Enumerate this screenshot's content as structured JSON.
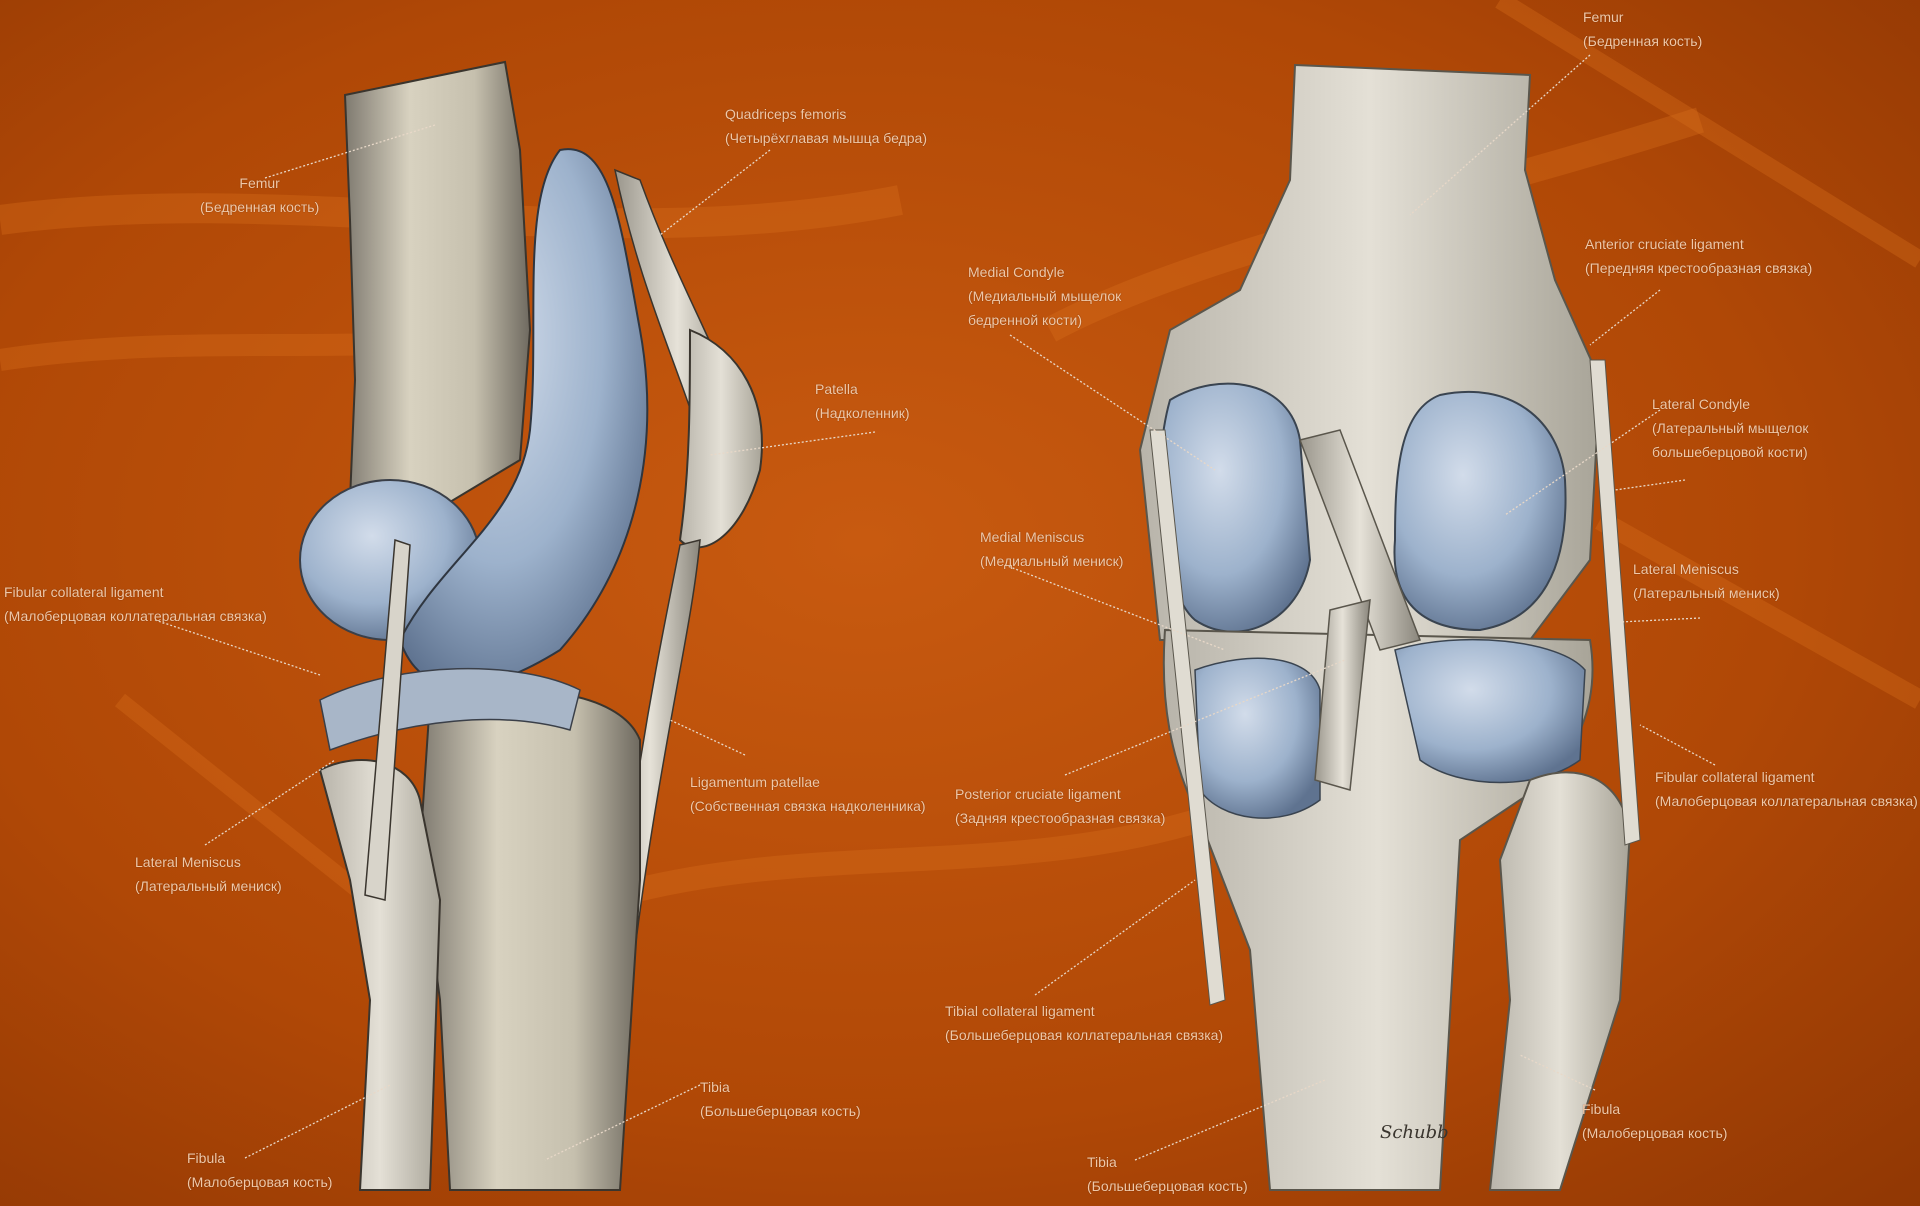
{
  "colors": {
    "background": "#b34a08",
    "bone": "#d9d4c4",
    "cartilage": "#9fb4cf",
    "label_text": "#f0c8a8",
    "leader": "#e8d8c8"
  },
  "lateral_view": {
    "femur": {
      "en": "Femur",
      "ru": "(Бедренная кость)"
    },
    "quadriceps": {
      "en": "Quadriceps femoris",
      "ru": "(Четырёхглавая мышца бедра)"
    },
    "patella": {
      "en": "Patella",
      "ru": "(Надколенник)"
    },
    "fibular_collateral": {
      "en": "Fibular collateral ligament",
      "ru": "(Малоберцовая коллатеральная связка)"
    },
    "ligamentum_patellae": {
      "en": "Ligamentum patellae",
      "ru": "(Собственная связка надколенника)"
    },
    "lateral_meniscus": {
      "en": "Lateral Meniscus",
      "ru": "(Латеральный мениск)"
    },
    "tibia": {
      "en": "Tibia",
      "ru": "(Большеберцовая кость)"
    },
    "fibula": {
      "en": "Fibula",
      "ru": "(Малоберцовая кость)"
    }
  },
  "anterior_view": {
    "femur": {
      "en": "Femur",
      "ru": "(Бедренная кость)"
    },
    "medial_condyle": {
      "en": "Medial Condyle",
      "ru1": "(Медиальный мыщелок",
      "ru2": "бедренной кости)"
    },
    "anterior_cruciate": {
      "en": "Anterior cruciate ligament",
      "ru": "(Передняя крестообразная связка)"
    },
    "lateral_condyle": {
      "en": "Lateral Condyle",
      "ru1": "(Латеральный мыщелок",
      "ru2": "большеберцовой кости)"
    },
    "medial_meniscus": {
      "en": "Medial Meniscus",
      "ru": "(Медиальный мениск)"
    },
    "lateral_meniscus": {
      "en": "Lateral Meniscus",
      "ru": "(Латеральный мениск)"
    },
    "posterior_cruciate": {
      "en": "Posterior cruciate ligament",
      "ru": "(Задняя крестообразная связка)"
    },
    "fibular_collateral": {
      "en": "Fibular collateral ligament",
      "ru": "(Малоберцовая коллатеральная связка)"
    },
    "tibial_collateral": {
      "en": "Tibial collateral ligament",
      "ru": "(Большеберцовая коллатеральная связка)"
    },
    "tibia": {
      "en": "Tibia",
      "ru": "(Большеберцовая кость)"
    },
    "fibula": {
      "en": "Fibula",
      "ru": "(Малоберцовая кость)"
    },
    "signature": "Schubb"
  }
}
